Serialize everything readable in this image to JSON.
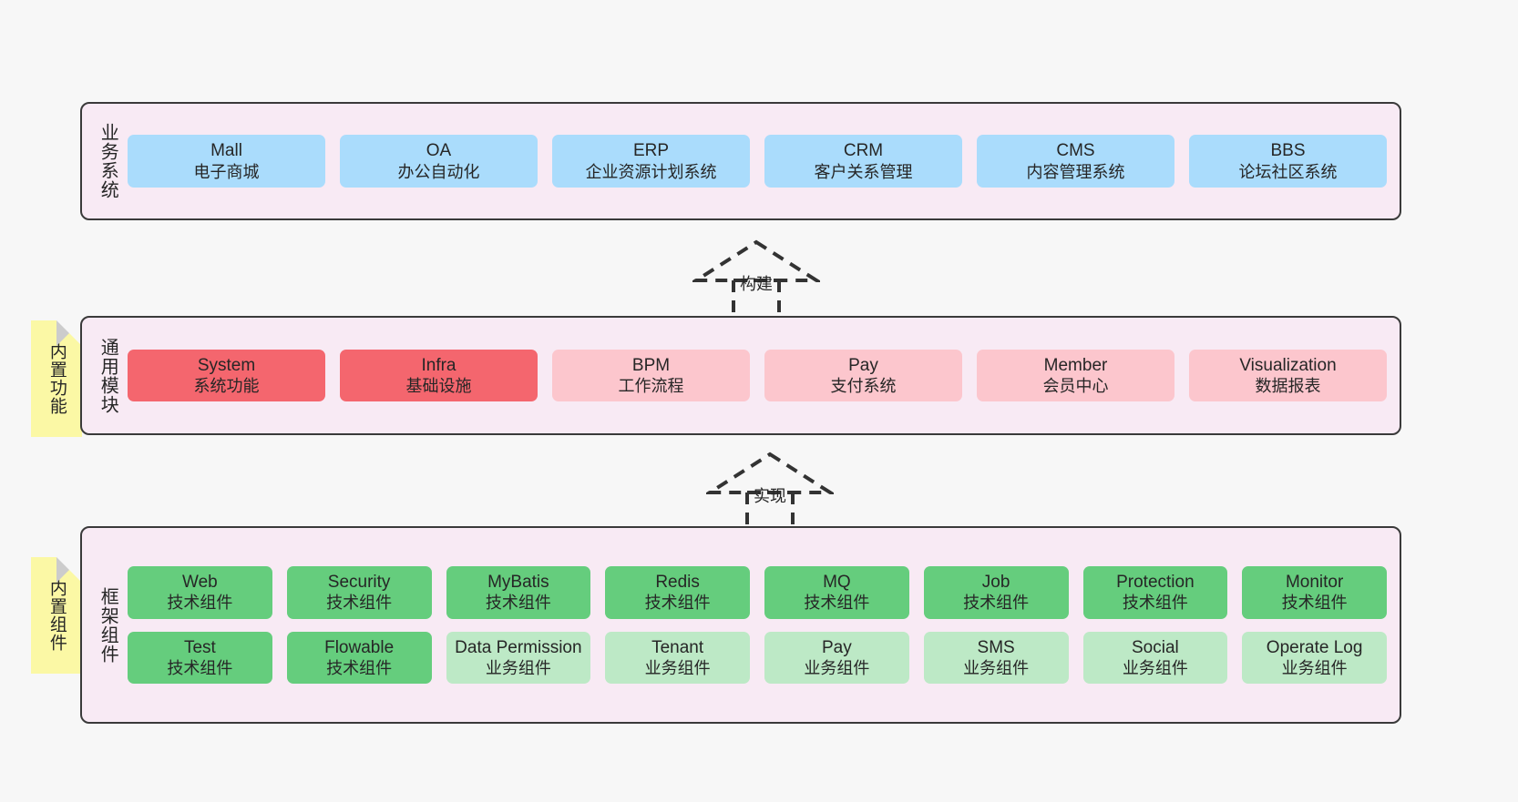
{
  "diagram": {
    "background": "#f7f7f7",
    "panel_bg": "#f8eaf4",
    "panel_border": "#3a3a3a",
    "note_bg": "#fbf8a5"
  },
  "layers": [
    {
      "id": "business-systems",
      "title": "业务系统",
      "rows": [
        {
          "cards": [
            {
              "name": "Mall",
              "desc": "电子商城",
              "color": "#aadcfc",
              "style": "c-blue"
            },
            {
              "name": "OA",
              "desc": "办公自动化",
              "color": "#aadcfc",
              "style": "c-blue"
            },
            {
              "name": "ERP",
              "desc": "企业资源计划系统",
              "color": "#aadcfc",
              "style": "c-blue"
            },
            {
              "name": "CRM",
              "desc": "客户关系管理",
              "color": "#aadcfc",
              "style": "c-blue"
            },
            {
              "name": "CMS",
              "desc": "内容管理系统",
              "color": "#aadcfc",
              "style": "c-blue"
            },
            {
              "name": "BBS",
              "desc": "论坛社区系统",
              "color": "#aadcfc",
              "style": "c-blue"
            }
          ]
        }
      ]
    },
    {
      "id": "common-modules",
      "title": "通用模块",
      "note": "内置功能",
      "rows": [
        {
          "cards": [
            {
              "name": "System",
              "desc": "系统功能",
              "color": "#f4666e",
              "style": "c-red"
            },
            {
              "name": "Infra",
              "desc": "基础设施",
              "color": "#f4666e",
              "style": "c-red"
            },
            {
              "name": "BPM",
              "desc": "工作流程",
              "color": "#fcc6cd",
              "style": "c-pink"
            },
            {
              "name": "Pay",
              "desc": "支付系统",
              "color": "#fcc6cd",
              "style": "c-pink"
            },
            {
              "name": "Member",
              "desc": "会员中心",
              "color": "#fcc6cd",
              "style": "c-pink"
            },
            {
              "name": "Visualization",
              "desc": "数据报表",
              "color": "#fcc6cd",
              "style": "c-pink"
            }
          ]
        }
      ]
    },
    {
      "id": "framework-components",
      "title": "框架组件",
      "note": "内置组件",
      "rows": [
        {
          "cards": [
            {
              "name": "Web",
              "desc": "技术组件",
              "color": "#65cd7d",
              "style": "c-green"
            },
            {
              "name": "Security",
              "desc": "技术组件",
              "color": "#65cd7d",
              "style": "c-green"
            },
            {
              "name": "MyBatis",
              "desc": "技术组件",
              "color": "#65cd7d",
              "style": "c-green"
            },
            {
              "name": "Redis",
              "desc": "技术组件",
              "color": "#65cd7d",
              "style": "c-green"
            },
            {
              "name": "MQ",
              "desc": "技术组件",
              "color": "#65cd7d",
              "style": "c-green"
            },
            {
              "name": "Job",
              "desc": "技术组件",
              "color": "#65cd7d",
              "style": "c-green"
            },
            {
              "name": "Protection",
              "desc": "技术组件",
              "color": "#65cd7d",
              "style": "c-green"
            },
            {
              "name": "Monitor",
              "desc": "技术组件",
              "color": "#65cd7d",
              "style": "c-green"
            }
          ]
        },
        {
          "cards": [
            {
              "name": "Test",
              "desc": "技术组件",
              "color": "#65cd7d",
              "style": "c-green"
            },
            {
              "name": "Flowable",
              "desc": "技术组件",
              "color": "#65cd7d",
              "style": "c-green"
            },
            {
              "name": "Data Permission",
              "desc": "业务组件",
              "color": "#bde9c6",
              "style": "c-lgreen"
            },
            {
              "name": "Tenant",
              "desc": "业务组件",
              "color": "#bde9c6",
              "style": "c-lgreen"
            },
            {
              "name": "Pay",
              "desc": "业务组件",
              "color": "#bde9c6",
              "style": "c-lgreen"
            },
            {
              "name": "SMS",
              "desc": "业务组件",
              "color": "#bde9c6",
              "style": "c-lgreen"
            },
            {
              "name": "Social",
              "desc": "业务组件",
              "color": "#bde9c6",
              "style": "c-lgreen"
            },
            {
              "name": "Operate Log",
              "desc": "业务组件",
              "color": "#bde9c6",
              "style": "c-lgreen"
            }
          ]
        }
      ]
    }
  ],
  "connectors": [
    {
      "id": "build",
      "label": "构建"
    },
    {
      "id": "implement",
      "label": "实现"
    }
  ]
}
